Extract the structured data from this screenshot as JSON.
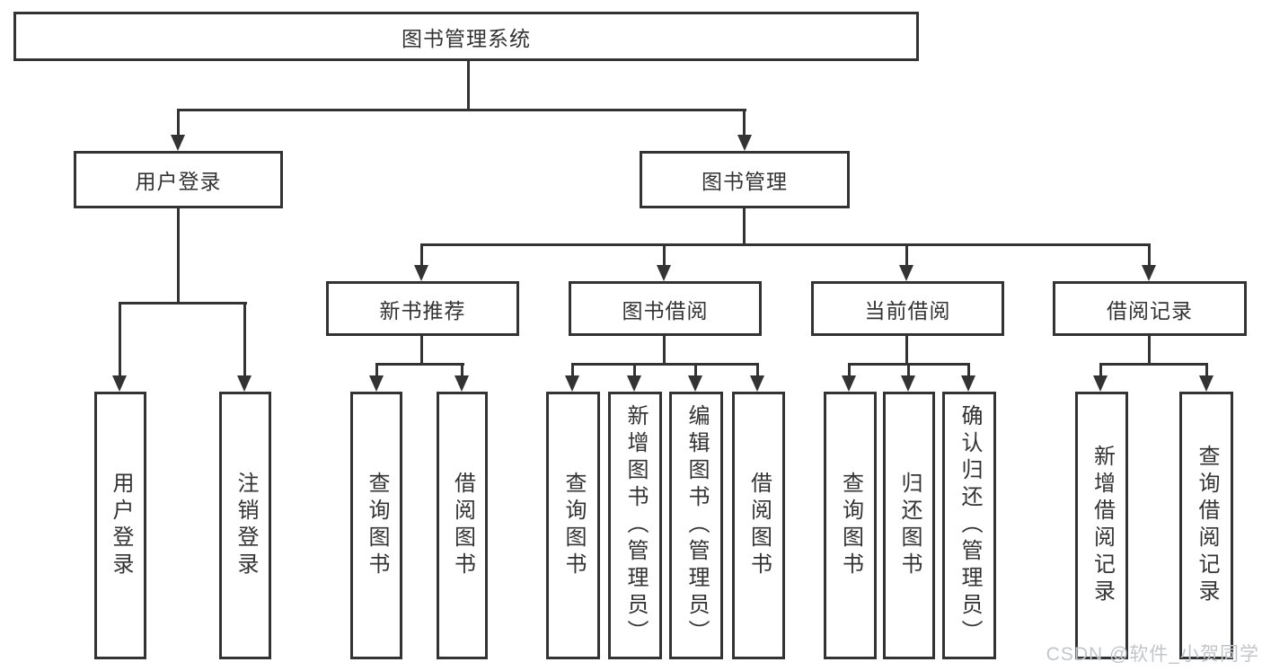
{
  "colors": {
    "line": "#333333",
    "text": "#333333",
    "background": "#ffffff",
    "watermark": "#c3c6c9"
  },
  "watermark": {
    "text": "CSDN @软件_小贺同学"
  },
  "chart_type": "tree-diagram",
  "tree": {
    "label": "图书管理系统",
    "children": [
      {
        "label": "用户登录",
        "children": [
          {
            "label": "用户登录"
          },
          {
            "label": "注销登录"
          }
        ]
      },
      {
        "label": "图书管理",
        "children": [
          {
            "label": "新书推荐",
            "children": [
              {
                "label": "查询图书"
              },
              {
                "label": "借阅图书"
              }
            ]
          },
          {
            "label": "图书借阅",
            "children": [
              {
                "label": "查询图书"
              },
              {
                "label": "新增图书（管理员）"
              },
              {
                "label": "编辑图书（管理员）"
              },
              {
                "label": "借阅图书"
              }
            ]
          },
          {
            "label": "当前借阅",
            "children": [
              {
                "label": "查询图书"
              },
              {
                "label": "归还图书"
              },
              {
                "label": "确认归还（管理员）"
              }
            ]
          },
          {
            "label": "借阅记录",
            "children": [
              {
                "label": "新增借阅记录"
              },
              {
                "label": "查询借阅记录"
              }
            ]
          }
        ]
      }
    ]
  }
}
